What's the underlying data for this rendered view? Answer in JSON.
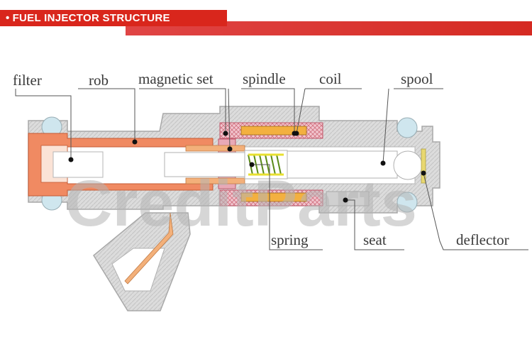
{
  "header": {
    "title": "FUEL INJECTOR STRUCTURE"
  },
  "watermark": {
    "text": "CreditParts"
  },
  "labels": {
    "filter": "filter",
    "rob": "rob",
    "magnetic_set": "magnetic set",
    "spindle": "spindle",
    "coil": "coil",
    "spool": "spool",
    "spring": "spring",
    "seat": "seat",
    "deflector": "deflector"
  },
  "colors": {
    "header_red": "#d9261c",
    "body_gray": "#d9d9d9",
    "copper": "#f08a62",
    "coil_pink": "#e08a9a",
    "spring_yellow": "#e8e030",
    "oring_blue": "#cfe6ee"
  }
}
